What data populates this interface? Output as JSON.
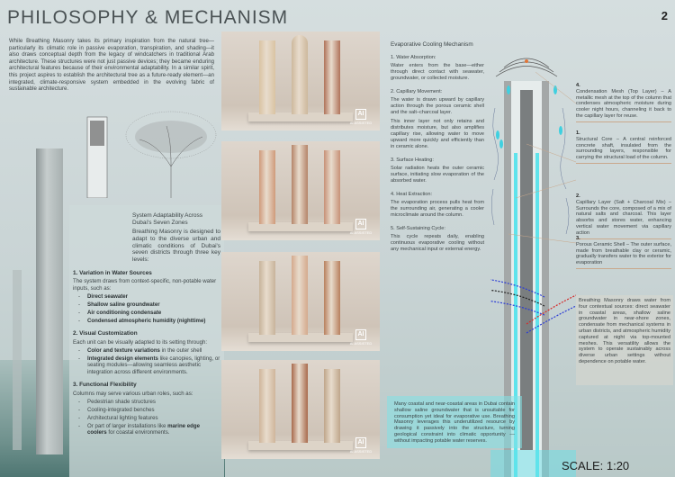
{
  "header": {
    "title": "PHILOSOPHY & MECHANISM",
    "page_number": "2"
  },
  "intro": "While Breathing Masonry takes its primary inspiration from the natural tree—particularly its climatic role in passive evaporation, transpiration, and shading—it also draws conceptual depth from the legacy of windcatchers in traditional Arab architecture. These structures were not just passive devices; they became enduring architectural features because of their environmental adaptability. In a similar spirit, this project aspires to establish the architectural tree as a future-ready element—an integrated, climate-responsive system embedded in the evolving fabric of sustainable architecture.",
  "adaptability": {
    "heading": "System Adaptability Across Dubai's Seven Zones",
    "lead": "Breathing Masonry is designed to adapt to the diverse urban and climatic conditions of Dubai's seven districts through three key levels:",
    "sections": [
      {
        "title": "1. Variation in Water Sources",
        "lead": "The system draws from context-specific, non-potable water inputs, such as:",
        "items": [
          {
            "bold": "Direct seawater",
            "rest": ""
          },
          {
            "bold": "Shallow saline groundwater",
            "rest": ""
          },
          {
            "bold": "Air conditioning condensate",
            "rest": ""
          },
          {
            "bold": "Condensed atmospheric humidity (nighttime)",
            "rest": ""
          }
        ]
      },
      {
        "title": "2. Visual Customization",
        "lead": "Each unit can be visually adapted to its setting through:",
        "items": [
          {
            "bold": "Color and texture variations",
            "rest": " in the outer shell"
          },
          {
            "bold": "Integrated design elements",
            "rest": " like canopies, lighting, or seating modules—allowing seamless aesthetic integration across different environments."
          }
        ]
      },
      {
        "title": "3. Functional Flexibility",
        "lead": "Columns may serve various urban roles, such as:",
        "items": [
          {
            "bold": "",
            "rest": "Pedestrian shade structures"
          },
          {
            "bold": "",
            "rest": "Cooling-integrated benches"
          },
          {
            "bold": "",
            "rest": "Architectural lighting features"
          },
          {
            "bold": "marine edge coolers",
            "pre": "Or part of larger installations like ",
            "rest": " for coastal environments."
          }
        ]
      }
    ]
  },
  "ai_badge": {
    "glyph": "AI",
    "label": "AI ASSISTED"
  },
  "mechanism": {
    "heading": "Evaporative Cooling Mechanism",
    "steps": [
      {
        "title": "1. Water Absorption:",
        "paras": [
          "Water enters from the base—either through direct contact with seawater, groundwater, or collected moisture."
        ]
      },
      {
        "title": "2. Capillary Movement:",
        "paras": [
          "The water is drawn upward by capillary action through the porous ceramic shell and the salt–charcoal layer.",
          "This inner layer not only retains and distributes moisture, but also amplifies capillary rise, allowing water to move upward more quickly and efficiently than in ceramic alone."
        ]
      },
      {
        "title": "3. Surface Heating:",
        "paras": [
          "Solar radiation heats the outer ceramic surface, initiating slow evaporation of the absorbed water."
        ]
      },
      {
        "title": "4. Heat Extraction:",
        "paras": [
          "The evaporation process pulls heat from the surrounding air, generating a cooler microclimate around the column."
        ]
      },
      {
        "title": "5. Self-Sustaining Cycle:",
        "paras": [
          "This cycle repeats daily, enabling continuous evaporative cooling without any mechanical input or external energy."
        ]
      }
    ]
  },
  "annotations": [
    {
      "num": "4.",
      "text": "Condensation Mesh (Top Layer) – A metallic mesh at the top of the column that condenses atmospheric moisture during cooler night hours, channeling it back to the capillary layer for reuse."
    },
    {
      "num": "1.",
      "text": "Structural Core – A central reinforced concrete shaft, insulated from the surrounding layers, responsible for carrying the structural load of the column."
    },
    {
      "num": "2.",
      "text": "Capillary Layer (Salt + Charcoal Mix) – Surrounds the core, composed of a mix of natural salts and charcoal. This layer absorbs and stores water, enhancing vertical water movement via capillary action"
    },
    {
      "num": "3.",
      "text": "Porous Ceramic Shell – The outer surface, made from breathable clay or ceramic, gradually transfers water to the exterior for evaporation"
    }
  ],
  "sources_note": "Breathing Masonry draws water from four contextual sources: direct seawater in coastal areas, shallow saline groundwater in near-shore zones, condensate from mechanical systems in urban districts, and atmospheric humidity captured at night via top-mounted meshes. This versatility allows the system to operate sustainably across diverse urban settings without dependence on potable water.",
  "groundwater_note": "Many coastal and near-coastal areas in Dubai contain shallow saline groundwater that is unsuitable for consumption yet ideal for evaporative use. Breathing Masonry leverages this underutilized resource by drawing it passively into the structure, turning geological constraint into climatic opportunity — without impacting potable water reserves.",
  "scale": "SCALE: 1:20",
  "colors": {
    "water_cyan": "#5fe3ec",
    "accent_orange": "#e0763a",
    "arrow_blue": "#2a3bd6",
    "arrow_red": "#d42a2a"
  }
}
